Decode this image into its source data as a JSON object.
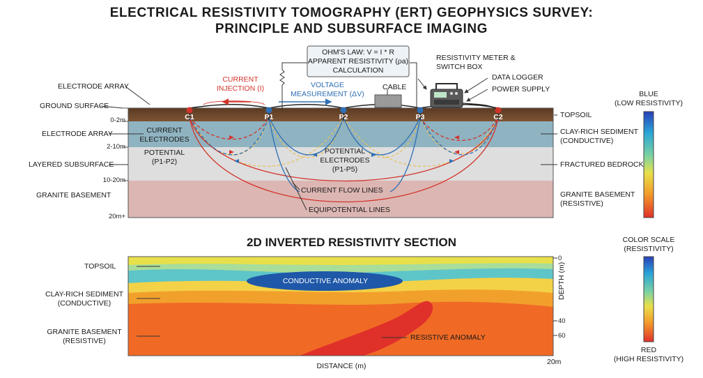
{
  "title": {
    "line1": "ELECTRICAL RESISTIVITY TOMOGRAPHY (ERT) GEOPHYSICS SURVEY:",
    "line2": "PRINCIPLE AND SUBSURFACE IMAGING"
  },
  "ohms_box": {
    "line1": "OHM'S LAW: V = I * R",
    "line2": "APPARENT RESISTIVITY (ρa)",
    "line3": "CALCULATION"
  },
  "equipment": {
    "resistivity_meter_1": "RESISTIVITY METER &",
    "resistivity_meter_2": "SWITCH BOX",
    "data_logger": "DATA LOGGER",
    "power_supply": "POWER SUPPLY",
    "cable": "CABLE"
  },
  "measurements": {
    "current_injection_1": "CURRENT",
    "current_injection_2": "INJECTION (I)",
    "voltage_measurement_1": "VOLTAGE",
    "voltage_measurement_2": "MEASUREMENT (ΔV)"
  },
  "electrodes": [
    "C1",
    "P1",
    "P2",
    "P3",
    "C2"
  ],
  "left_labels": {
    "electrode_array_top": "ELECTRODE ARRAY",
    "ground_surface": "GROUND SURFACE",
    "electrode_array": "ELECTRODE ARRAY",
    "layered_subsurface": "LAYERED SUBSURFACE",
    "granite_basement": "GRANITE BASEMENT"
  },
  "depths": [
    "0-2m",
    "2-10m",
    "10-20m",
    "20m+"
  ],
  "inner_labels": {
    "current_electrodes_1": "CURRENT",
    "current_electrodes_2": "ELECTRODES",
    "potential_1": "POTENTIAL",
    "potential_2": "(P1-P2)",
    "potential_electrodes_1": "POTENTIAL",
    "potential_electrodes_2": "ELECTRODES",
    "potential_electrodes_3": "(P1-P5)",
    "current_flow_lines": "CURRENT FLOW LINES",
    "equipotential_lines": "EQUIPOTENTIAL LINES"
  },
  "right_labels": {
    "topsoil": "TOPSOIL",
    "clay_1": "CLAY-RICH SEDIMENT",
    "clay_2": "(CONDUCTIVE)",
    "fractured_bedrock": "FRACTURED BEDROCK",
    "granite_1": "GRANITE BASEMENT",
    "granite_2": "(RESISTIVE)"
  },
  "scale_top": {
    "top_1": "BLUE",
    "top_2": "(LOW RESISTIVITY)"
  },
  "section": {
    "title": "2D INVERTED RESISTIVITY SECTION",
    "topsoil": "TOPSOIL",
    "clay_1": "CLAY-RICH SEDIMENT",
    "clay_2": "(CONDUCTIVE)",
    "granite_1": "GRANITE BASEMENT",
    "granite_2": "(RESISTIVE)",
    "conductive_anomaly": "CONDUCTIVE ANOMALY",
    "resistive_anomaly": "RESISTIVE ANOMALY",
    "depth_axis_label": "DEPTH (m)",
    "depth_ticks": [
      "0",
      "40",
      "60"
    ],
    "distance_label": "DISTANCE (m)",
    "distance_end": "20m"
  },
  "scale_bottom": {
    "top_1": "COLOR SCALE",
    "top_2": "(RESISTIVITY)",
    "bottom_1": "RED",
    "bottom_2": "(HIGH RESISTIVITY)"
  },
  "colors": {
    "topsoil": "#6e4a2e",
    "clay": "#8fb2bf",
    "bedrock": "#dcdcdc",
    "granite": "#dcb6b2",
    "current_line": "#d2342b",
    "voltage_line": "#2f6fb5",
    "equipotential": "#e8c15a"
  }
}
